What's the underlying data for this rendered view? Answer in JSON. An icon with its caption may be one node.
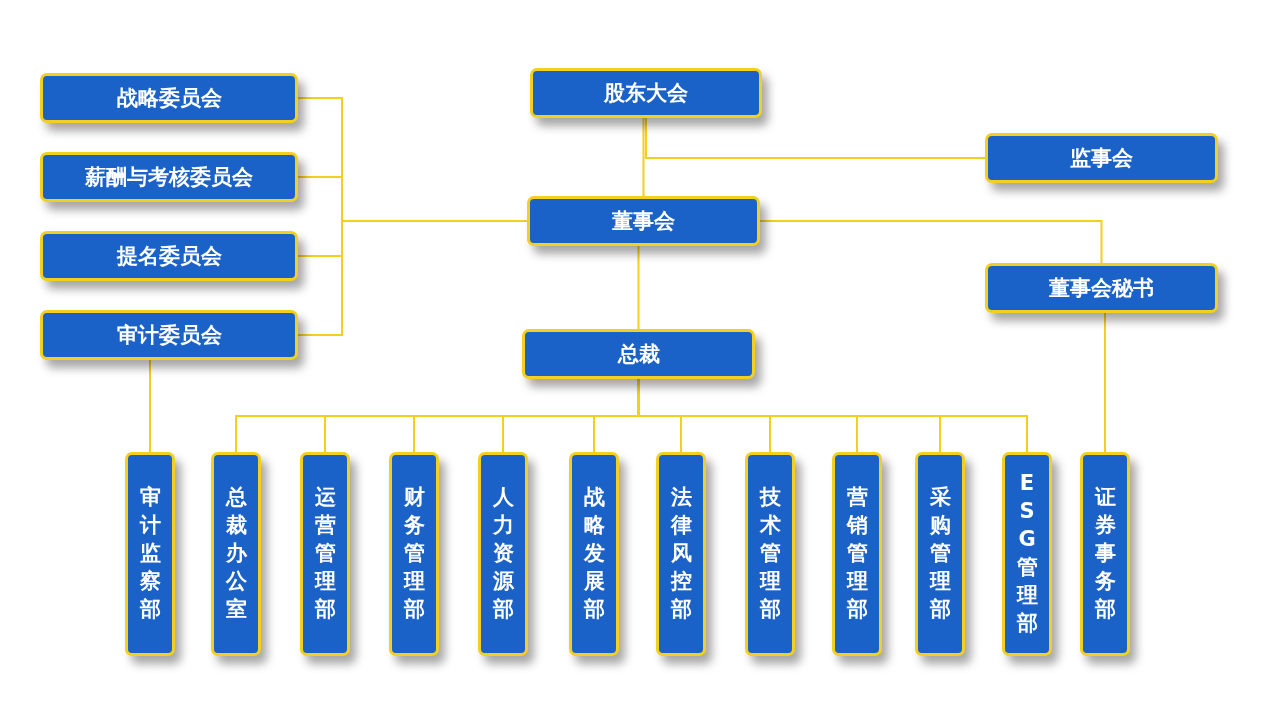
{
  "diagram": {
    "nodes": [
      {
        "text": [
          "股东大会"
        ]
      },
      {
        "text": [
          "监事会"
        ]
      },
      {
        "text": [
          "董事会"
        ]
      },
      {
        "text": [
          "战略委员会"
        ]
      },
      {
        "text": [
          "薪酬与考核委员会"
        ]
      },
      {
        "text": [
          "提名委员会"
        ]
      },
      {
        "text": [
          "审计委员会"
        ]
      },
      {
        "text": [
          "董事会秘书"
        ]
      },
      {
        "text": [
          "总裁"
        ]
      },
      {
        "text": [
          "审计监察部"
        ]
      },
      {
        "text": [
          "总裁办公室"
        ]
      },
      {
        "text": [
          "运营管理部"
        ]
      },
      {
        "text": [
          "财务管理部"
        ]
      },
      {
        "text": [
          "人力资源部"
        ]
      },
      {
        "text": [
          "战略发展部"
        ]
      },
      {
        "text": [
          "法律风控部"
        ]
      },
      {
        "text": [
          "技术管理部"
        ]
      },
      {
        "text": [
          "营销管理部"
        ]
      },
      {
        "text": [
          "采购管理部"
        ]
      },
      {
        "text": [
          "ESG管理部"
        ]
      },
      {
        "text": [
          "证券事务部"
        ]
      }
    ],
    "edges": [
      {
        "from": 0,
        "to": 2,
        "arrow": "none"
      },
      {
        "from": 0,
        "to": 1,
        "arrow": "none"
      },
      {
        "from": 2,
        "to": 3,
        "arrow": "none"
      },
      {
        "from": 2,
        "to": 4,
        "arrow": "none"
      },
      {
        "from": 2,
        "to": 5,
        "arrow": "none"
      },
      {
        "from": 2,
        "to": 6,
        "arrow": "none"
      },
      {
        "from": 2,
        "to": 7,
        "arrow": "none"
      },
      {
        "from": 2,
        "to": 8,
        "arrow": "none"
      },
      {
        "from": 6,
        "to": 9,
        "arrow": "none"
      },
      {
        "from": 8,
        "to": 10,
        "arrow": "none"
      },
      {
        "from": 8,
        "to": 11,
        "arrow": "none"
      },
      {
        "from": 8,
        "to": 12,
        "arrow": "none"
      },
      {
        "from": 8,
        "to": 13,
        "arrow": "none"
      },
      {
        "from": 8,
        "to": 14,
        "arrow": "none"
      },
      {
        "from": 8,
        "to": 15,
        "arrow": "none"
      },
      {
        "from": 8,
        "to": 16,
        "arrow": "none"
      },
      {
        "from": 8,
        "to": 17,
        "arrow": "none"
      },
      {
        "from": 8,
        "to": 18,
        "arrow": "none"
      },
      {
        "from": 8,
        "to": 19,
        "arrow": "none"
      },
      {
        "from": 7,
        "to": 20,
        "arrow": "none"
      }
    ]
  }
}
